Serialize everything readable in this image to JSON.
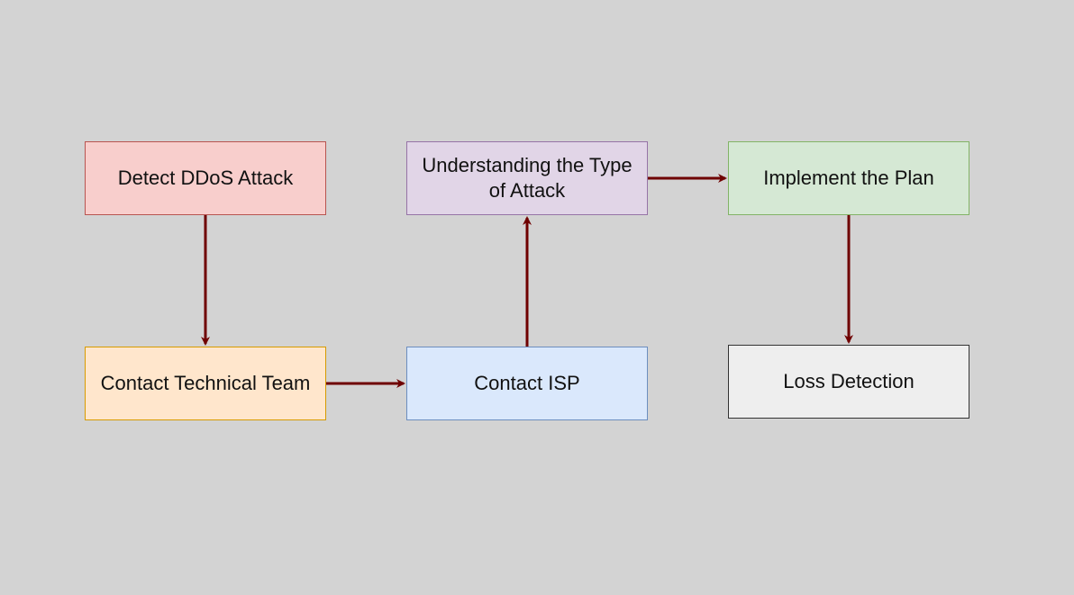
{
  "diagram": {
    "type": "flowchart",
    "background": "#d3d3d3",
    "edge_color": "#6f0000",
    "nodes": [
      {
        "id": "detect",
        "label": "Detect DDoS Attack",
        "fill": "#f8cecc",
        "stroke": "#b85450"
      },
      {
        "id": "understand",
        "label": "Understanding the Type of Attack",
        "fill": "#e1d5e7",
        "stroke": "#9673a6"
      },
      {
        "id": "implement",
        "label": "Implement the Plan",
        "fill": "#d5e8d4",
        "stroke": "#82b366"
      },
      {
        "id": "contact_tech",
        "label": "Contact Technical Team",
        "fill": "#ffe6cc",
        "stroke": "#d79b00"
      },
      {
        "id": "contact_isp",
        "label": "Contact ISP",
        "fill": "#dae8fc",
        "stroke": "#6c8ebf"
      },
      {
        "id": "loss",
        "label": "Loss Detection",
        "fill": "#eeeeee",
        "stroke": "#333333"
      }
    ],
    "edges": [
      {
        "from": "detect",
        "to": "contact_tech"
      },
      {
        "from": "contact_tech",
        "to": "contact_isp"
      },
      {
        "from": "contact_isp",
        "to": "understand"
      },
      {
        "from": "understand",
        "to": "implement"
      },
      {
        "from": "implement",
        "to": "loss"
      }
    ]
  }
}
